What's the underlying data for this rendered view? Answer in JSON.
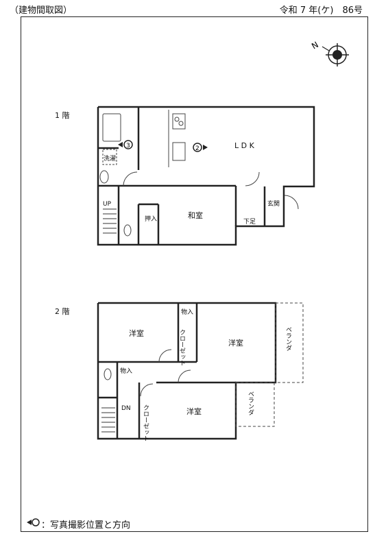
{
  "header": {
    "left": "（建物間取図）",
    "right": "令和 7 年(ケ)　86号"
  },
  "floors": {
    "first": {
      "label": "1 階",
      "rooms": {
        "ldk": "L D K",
        "washitsu": "和室",
        "oshiire": "押入",
        "genkan": "玄関",
        "geshoku": "下足",
        "up": "UP",
        "sentaku": "洗濯"
      },
      "markers": {
        "m2": "2",
        "m3": "3"
      }
    },
    "second": {
      "label": "2 階",
      "rooms": {
        "yoshitsu_nw": "洋室",
        "yoshitsu_ne": "洋室",
        "yoshitsu_s": "洋室",
        "monoire1": "物入",
        "monoire2": "物入",
        "closet1": "クローゼット",
        "closet2": "クローゼット",
        "veranda1": "ベランダ",
        "veranda2": "ベランダ",
        "dn": "DN"
      }
    }
  },
  "legend": {
    "text": "：写真撮影位置と方向"
  },
  "compass": {
    "label": "N"
  }
}
